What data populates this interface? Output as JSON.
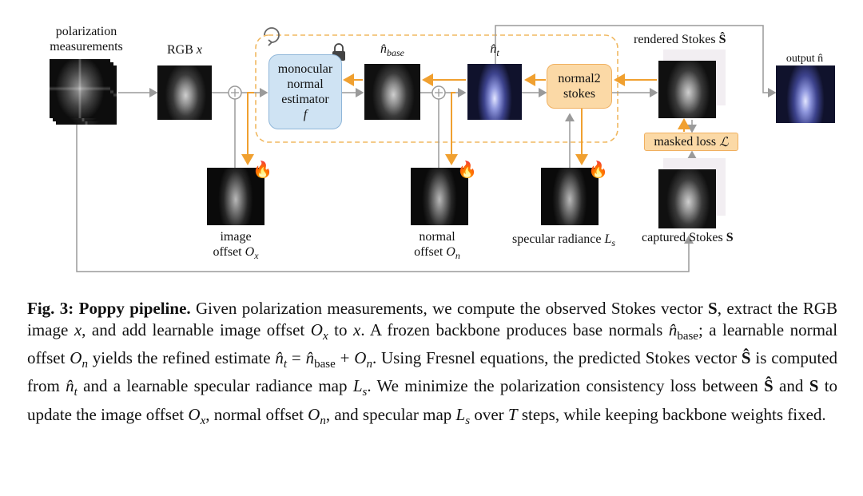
{
  "figure": {
    "inputs": {
      "polarization_label_line1": "polarization",
      "polarization_label_line2": "measurements",
      "rgb_label": "RGB"
    },
    "nodes": {
      "estimator_line1": "monocular",
      "estimator_line2": "normal",
      "estimator_line3": "estimator",
      "estimator_symbol": "f",
      "normal2stokes_line1": "normal2",
      "normal2stokes_line2": "stokes",
      "masked_loss": "masked loss"
    },
    "labels": {
      "n_base": "n̂",
      "n_base_sub": "base",
      "n_t": "n̂",
      "n_t_sub": "t",
      "rendered_stokes": "rendered Stokes",
      "output_normal": "output n̂",
      "image_offset_line1": "image",
      "image_offset_line2": "offset",
      "normal_offset_line1": "normal",
      "normal_offset_line2": "offset",
      "specular_radiance": "specular radiance",
      "captured_stokes": "captured Stokes"
    },
    "colors": {
      "orange_arrow": "#f0a030",
      "gray_arrow": "#9a9a9a",
      "estimator_fill": "#cfe3f3",
      "estimator_border": "#8fb6d9",
      "normal2stokes_fill": "#fbd9a6",
      "normal2stokes_border": "#f0b060",
      "dashed_border": "#f0b860",
      "fire": "#f06a1a"
    },
    "icons": [
      "lock-icon",
      "fire-icon",
      "refresh-icon",
      "plus-circle-icon"
    ]
  },
  "caption": {
    "fig_label": "Fig. 3:",
    "fig_title": "Poppy pipeline.",
    "s1": "Given polarization measurements, we compute the observed Stokes vector",
    "s2": ", extract the RGB image",
    "s3": ", and add learnable image offset",
    "s4": "to",
    "s5": ". A frozen backbone produces base normals",
    "s6": "; a learnable normal offset",
    "s7": "yields the refined estimate",
    "s8": ". Using Fresnel equations, the predicted Stokes vector",
    "s9": "is computed from",
    "s10": "and a learnable specular radiance map",
    "s11": ". We minimize the polarization consistency loss between",
    "s12": "and",
    "s13": "to update the image offset",
    "s14": ", normal offset",
    "s15": ", and specular map",
    "s16": "over",
    "s17": "steps, while keeping backbone weights fixed."
  }
}
